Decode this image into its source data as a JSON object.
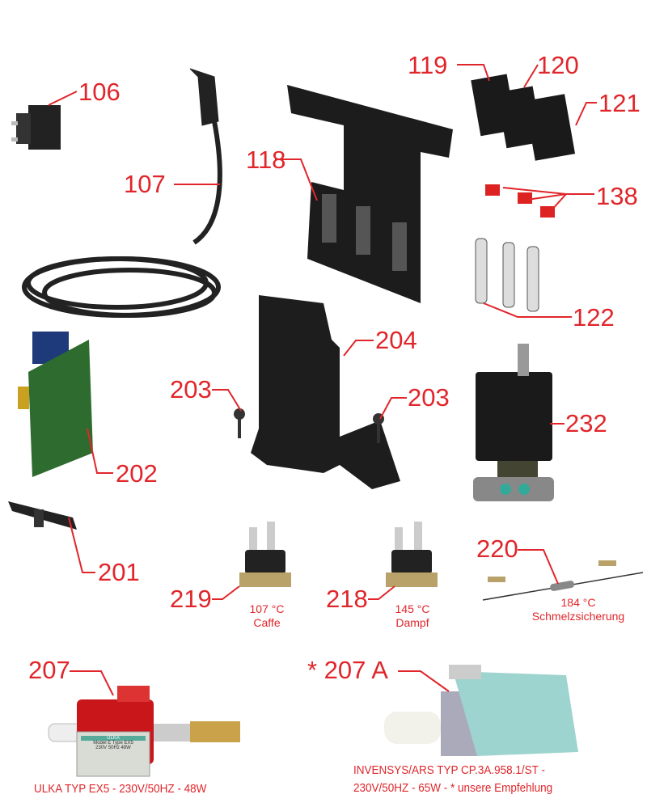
{
  "accent_color": "#e0262b",
  "parts": [
    {
      "id": "106"
    },
    {
      "id": "107"
    },
    {
      "id": "118"
    },
    {
      "id": "119"
    },
    {
      "id": "120"
    },
    {
      "id": "121"
    },
    {
      "id": "138"
    },
    {
      "id": "122"
    },
    {
      "id": "204"
    },
    {
      "id": "203a",
      "label": "203"
    },
    {
      "id": "203b",
      "label": "203"
    },
    {
      "id": "232"
    },
    {
      "id": "202"
    },
    {
      "id": "201"
    },
    {
      "id": "219",
      "temp": "107 °C",
      "name": "Caffe"
    },
    {
      "id": "218",
      "temp": "145 °C",
      "name": "Dampf"
    },
    {
      "id": "220",
      "temp": "184 °C",
      "name": "Schmelzsicherung"
    },
    {
      "id": "207"
    },
    {
      "id": "207A",
      "label": "* 207 A"
    }
  ],
  "labels": {
    "106": "106",
    "107": "107",
    "118": "118",
    "119": "119",
    "120": "120",
    "121": "121",
    "138": "138",
    "122": "122",
    "204": "204",
    "203": "203",
    "232": "232",
    "202": "202",
    "201": "201",
    "219": "219",
    "218": "218",
    "220": "220",
    "207": "207",
    "207A": "* 207 A"
  },
  "captions": {
    "t219": "107 °C",
    "n219": "Caffe",
    "t218": "145 °C",
    "n218": "Dampf",
    "t220": "184 °C",
    "n220": "Schmelzsicherung",
    "ulka": "ULKA TYP EX5 - 230V/50HZ - 48W",
    "ars1": "INVENSYS/ARS TYP CP.3A.958.1/ST -",
    "ars2": "230V/50HZ - 65W - * unsere Empfehlung"
  },
  "pump_label": {
    "brand": "ULKA",
    "model": "Model E   Type EX5",
    "spec": "230V 50Hz 48W"
  }
}
